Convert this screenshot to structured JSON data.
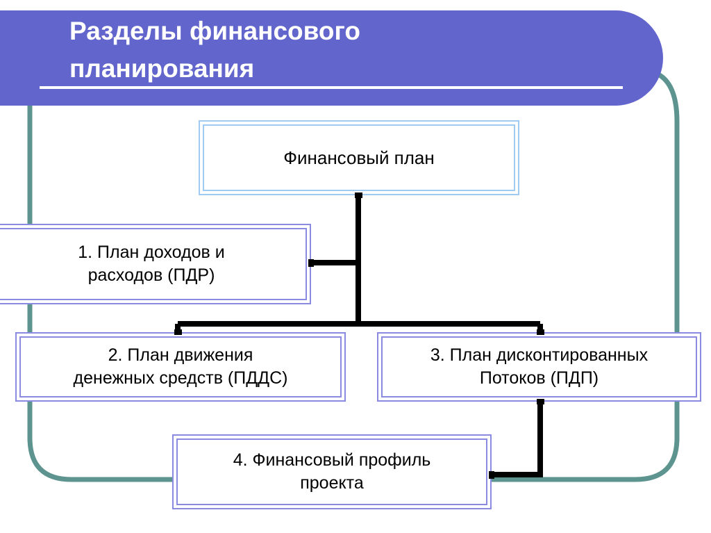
{
  "slide": {
    "title": "Разделы финансового\nпланирования",
    "background_color": "#ffffff",
    "banner_color": "#6265cc",
    "banner_text_color": "#ffffff",
    "banner_rule_color": "#ffffff"
  },
  "colors": {
    "root_box_border": "#9fcbf2",
    "sub_box_border": "#8a8ae0",
    "connector_black": "#000000",
    "connector_teal": "#5e9490",
    "text": "#000000"
  },
  "diagram": {
    "type": "hierarchy",
    "root": {
      "id": "root",
      "label": "Финансовый план"
    },
    "nodes": [
      {
        "id": "n1",
        "number": "1.",
        "label": "1. План доходов и\nрасходов (ПДР)"
      },
      {
        "id": "n2",
        "number": "2.",
        "label": "2. План движения\nденежных средств (ПДДС)"
      },
      {
        "id": "n3",
        "number": "3.",
        "label": "3. План дисконтированных\nПотоков (ПДП)"
      },
      {
        "id": "n4",
        "number": "4.",
        "label": "4. Финансовый профиль\nпроекта"
      }
    ],
    "connectors": [
      {
        "from": "root",
        "to": "n1",
        "style": "black-elbow"
      },
      {
        "from": "root",
        "to": "n2",
        "style": "black-elbow"
      },
      {
        "from": "root",
        "to": "n3",
        "style": "black-elbow"
      },
      {
        "from": "n3",
        "to": "n4",
        "style": "black-elbow"
      },
      {
        "from": "banner-left",
        "to": "n4",
        "style": "teal-rounded"
      },
      {
        "from": "banner-right",
        "to": "n3",
        "style": "teal-rounded"
      },
      {
        "from": "n3",
        "to": "n4",
        "style": "teal-rounded"
      }
    ]
  }
}
